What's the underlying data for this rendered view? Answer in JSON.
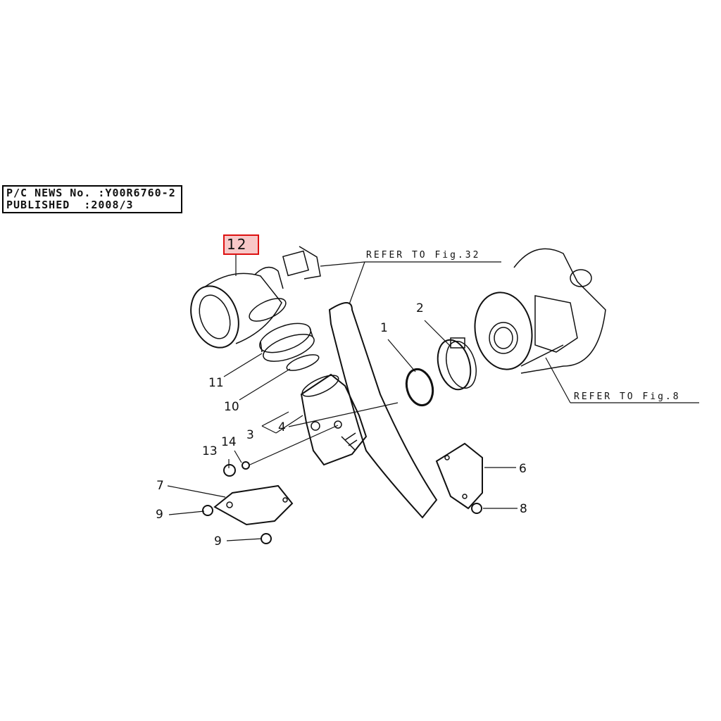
{
  "header": {
    "news_no_line": "P/C NEWS No. :Y00R6760-2",
    "published_line": "PUBLISHED  :2008/3"
  },
  "references": {
    "fig32": "REFER TO Fig.32",
    "fig8": "REFER TO Fig.8"
  },
  "highlight": {
    "part": "12",
    "color": "#d11111"
  },
  "callouts": [
    "1",
    "2",
    "3",
    "4",
    "6",
    "7",
    "8",
    "9",
    "9",
    "10",
    "11",
    "13",
    "14"
  ]
}
